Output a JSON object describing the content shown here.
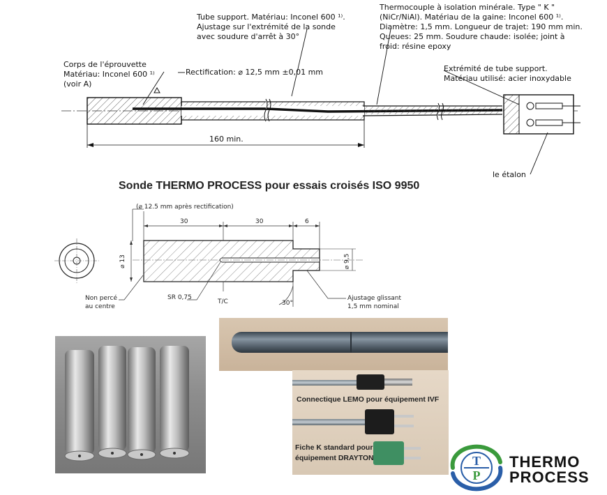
{
  "top_drawing": {
    "callout_tube": [
      "Tube support. Matériau: Inconel 600 ¹⁾.",
      "Ajustage sur l'extrémité de la sonde",
      "avec soudure d'arrêt à 30°"
    ],
    "callout_thermocouple": [
      "Thermocouple à isolation minérale. Type \" K \"",
      "(NiCr/NiAl). Matériau de la gaine: Inconel 600 ¹⁾.",
      "Diamètre: 1,5 mm. Longueur de trajet: 190 mm min.",
      "Queues: 25 mm. Soudure chaude: isolée; joint à",
      "froid: résine epoxy"
    ],
    "callout_body": [
      "Corps de l'éprouvette",
      "Matériau: Inconel 600 ¹⁾",
      "(voir A)"
    ],
    "rectification": "Rectification: ⌀ 12,5 mm ±0,01 mm",
    "callout_end": [
      "Extrémité de tube support.",
      "Matériau utilisé: acier inoxydable"
    ],
    "dim_160": "160 min.",
    "etalon": "le étalon"
  },
  "probe_drawing": {
    "title": "Sonde THERMO PROCESS pour essais croisés ISO 9950",
    "rectif_note": "(⌀ 12.5 mm après rectification)",
    "dim_30a": "30",
    "dim_30b": "30",
    "dim_6": "6",
    "dim_d13": "⌀ 13",
    "dim_d95": "⌀ 9,5",
    "non_perce": [
      "Non percé",
      "au centre"
    ],
    "sr": "SR 0,75",
    "tc": "T/C",
    "angle": "30°",
    "ajustage": [
      "Ajustage glissant",
      "1,5 mm nominal"
    ]
  },
  "photos": {
    "lemo_label": "Connectique LEMO pour équipement IVF",
    "drayton_label": [
      "Fiche K standard  pour",
      "équipement DRAYTON"
    ]
  },
  "logo": {
    "letters_top": "T",
    "letters_bottom": "P",
    "line1": "THERMO",
    "line2": "PROCESS",
    "colors": {
      "green": "#3a9a3c",
      "blue": "#2a5ea8"
    }
  }
}
